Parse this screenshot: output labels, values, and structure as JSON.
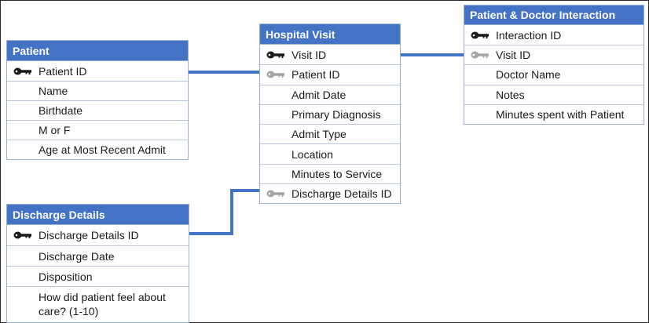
{
  "colors": {
    "header_bg": "#4472c4",
    "header_text": "#ffffff",
    "primary_key": "#1a1a1a",
    "foreign_key": "#a6a6a6",
    "connector": "#4472c4"
  },
  "entities": {
    "patient": {
      "title": "Patient",
      "rows": [
        {
          "label": "Patient ID",
          "key": "primary-key-icon"
        },
        {
          "label": "Name"
        },
        {
          "label": "Birthdate"
        },
        {
          "label": "M or F"
        },
        {
          "label": "Age at Most Recent Admit"
        }
      ]
    },
    "hospital_visit": {
      "title": "Hospital Visit",
      "rows": [
        {
          "label": "Visit ID",
          "key": "primary-key-icon"
        },
        {
          "label": "Patient ID",
          "key": "foreign-key-icon"
        },
        {
          "label": "Admit Date"
        },
        {
          "label": "Primary Diagnosis"
        },
        {
          "label": "Admit Type"
        },
        {
          "label": "Location"
        },
        {
          "label": "Minutes to Service"
        },
        {
          "label": "Discharge Details ID",
          "key": "foreign-key-icon"
        }
      ]
    },
    "interaction": {
      "title": "Patient & Doctor Interaction",
      "rows": [
        {
          "label": "Interaction ID",
          "key": "primary-key-icon"
        },
        {
          "label": "Visit ID",
          "key": "foreign-key-icon"
        },
        {
          "label": "Doctor Name"
        },
        {
          "label": "Notes"
        },
        {
          "label": "Minutes spent with Patient"
        }
      ]
    },
    "discharge": {
      "title": "Discharge Details",
      "rows": [
        {
          "label": "Discharge Details ID",
          "key": "primary-key-icon"
        },
        {
          "label": "Discharge Date"
        },
        {
          "label": "Disposition"
        },
        {
          "label": "How did patient feel about care? (1-10)"
        }
      ]
    }
  }
}
